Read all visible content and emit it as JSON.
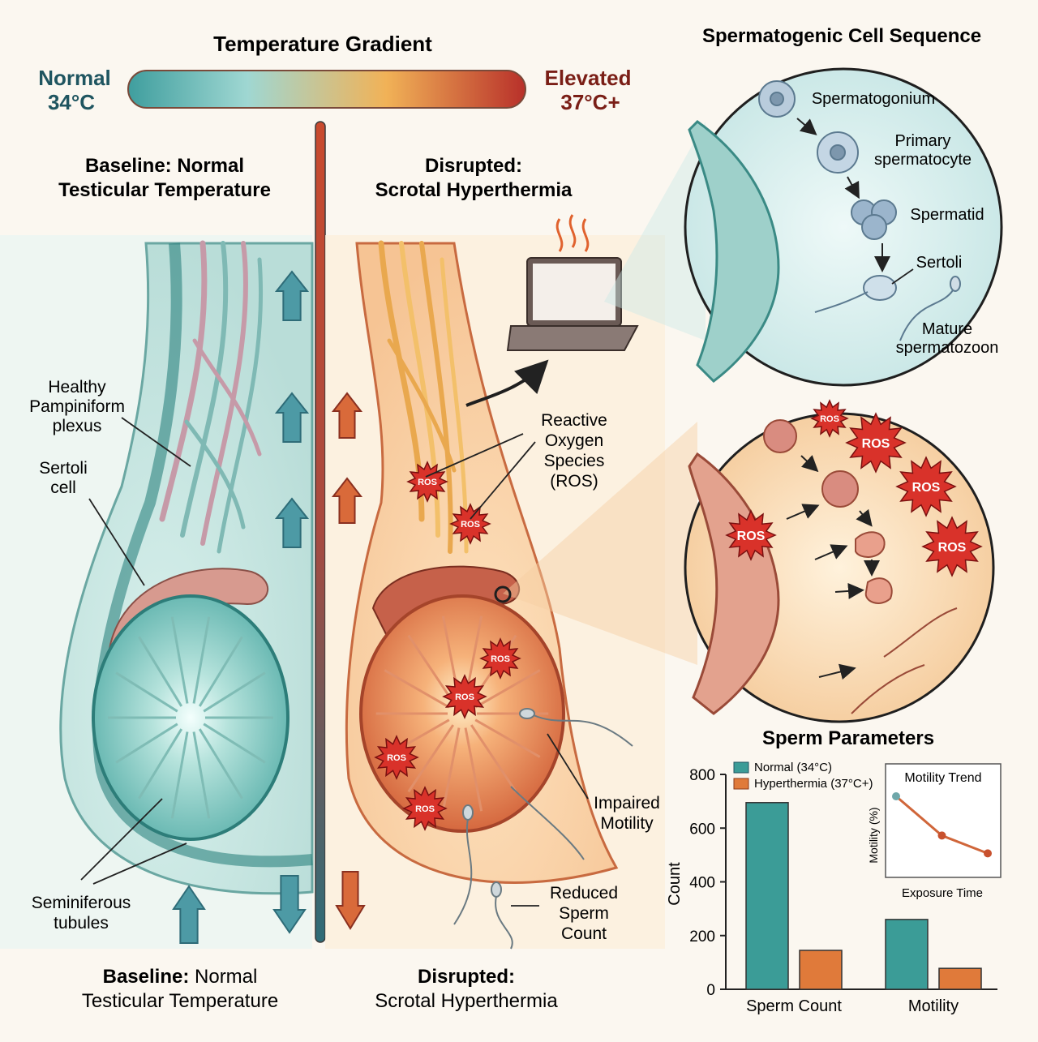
{
  "gradient": {
    "title": "Temperature Gradient",
    "left_label": "Normal",
    "left_temp": "34°C",
    "right_label": "Elevated",
    "right_temp": "37°C+"
  },
  "left_panel": {
    "title_line1": "Baseline: Normal",
    "title_line2": "Testicular Temperature",
    "labels": {
      "plexus": [
        "Healthy",
        "Pampiniform",
        "plexus"
      ],
      "sertoli": [
        "Sertoli",
        "cell"
      ],
      "tubules": [
        "Seminiferous",
        "tubules"
      ]
    },
    "footer_bold": "Baseline:",
    "footer_rest": " Normal",
    "footer_line2": "Testicular Temperature"
  },
  "right_panel": {
    "title_line1": "Disrupted:",
    "title_line2": "Scrotal Hyperthermia",
    "labels": {
      "ros": [
        "Reactive",
        "Oxygen",
        "Species",
        "(ROS)"
      ],
      "motility": [
        "Impaired",
        "Motility"
      ],
      "count": [
        "Reduced",
        "Sperm",
        "Count"
      ]
    },
    "ros_badge": "ROS",
    "footer_bold": "Disrupted:",
    "footer_line2": "Scrotal Hyperthermia"
  },
  "cell_sequence": {
    "title": "Spermatogenic Cell Sequence",
    "spermatogonium": "Spermatogonium",
    "primary": [
      "Primary",
      "spermatocyte"
    ],
    "spermatid": "Spermatid",
    "sertoli": "Sertoli",
    "mature": [
      "Mature",
      "spermatozoon"
    ]
  },
  "chart_data": {
    "type": "bar",
    "title": "Sperm Parameters",
    "categories": [
      "Sperm Count",
      "Motility"
    ],
    "series": [
      {
        "name": "Normal (34°C)",
        "values": [
          695,
          260
        ],
        "color": "#3b9c97"
      },
      {
        "name": "Hyperthermia (37°C+)",
        "values": [
          145,
          78
        ],
        "color": "#e07a3a"
      }
    ],
    "ylabel": "Count",
    "xlabel": "",
    "ylim": [
      0,
      800
    ],
    "yticks": [
      "0",
      "200",
      "400",
      "600",
      "800"
    ],
    "grid": false,
    "legend": "top-left",
    "inset": {
      "type": "line",
      "title": "Motility Trend",
      "xlabel": "Exposure Time",
      "ylabel": "Motility (%)",
      "values": [
        100,
        45,
        20
      ]
    }
  },
  "colors": {
    "normal": "#3b9c97",
    "heat": "#e07a3a",
    "ros": "#d9322a",
    "normal_text": "#1f5560",
    "heat_text": "#7a1e16"
  }
}
